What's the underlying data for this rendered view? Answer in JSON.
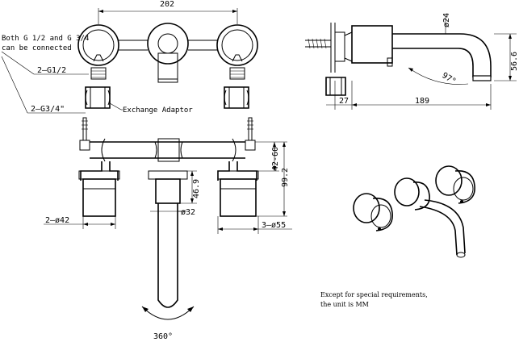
{
  "labels": {
    "dim_202": "202",
    "note_thread_line1": "Both G 1/2 and G 3/4",
    "note_thread_line2": "can be connected",
    "thread_g12": "2—G1/2",
    "thread_g34": "2—G3/4\"",
    "exchange_adaptor": "Exchange Adaptor",
    "dim_24": "ø24",
    "dim_566": "56.6",
    "dim_97": "97°",
    "dim_27": "27",
    "dim_189": "189",
    "dim_4260": "42-60",
    "dim_992": "99.2",
    "dim_469": "46.9",
    "dim_32": "ø32",
    "dim_42": "2—ø42",
    "dim_55": "3—ø55",
    "rotation_360": "360°",
    "footer_line1": "Except for special requirements,",
    "footer_line2": "the unit is MM"
  }
}
